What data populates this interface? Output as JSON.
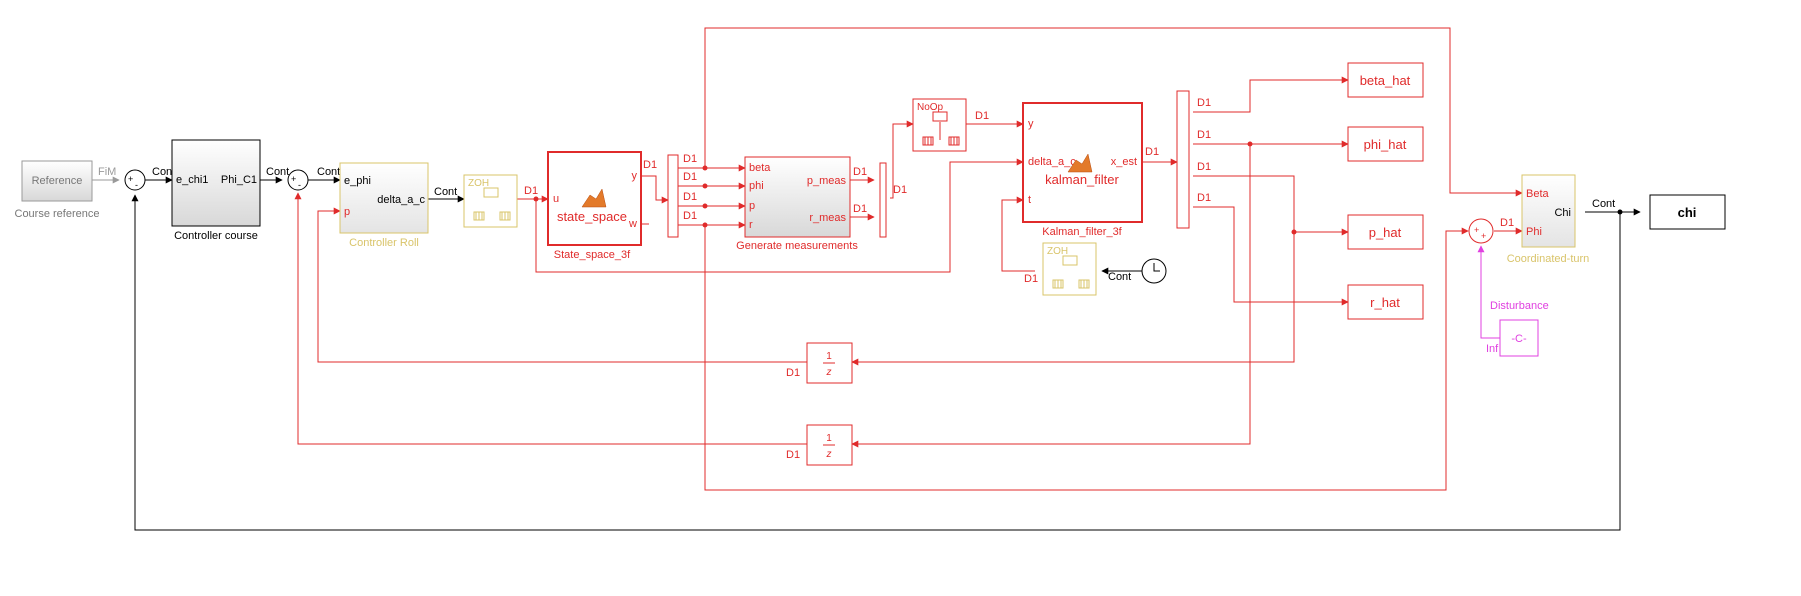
{
  "colors": {
    "signal_red": "#e02b2b",
    "signal_black": "#000000",
    "signal_grey": "#9a9a9a",
    "sample_yellow": "#d9c46a",
    "disturbance_magenta": "#e040e0"
  },
  "blocks": {
    "reference": {
      "label": "Reference",
      "caption": "Course reference",
      "port_out": "FiM"
    },
    "sum1": {
      "plus": "+",
      "minus": "-"
    },
    "controller_course": {
      "in": "e_chi1",
      "out": "Phi_C1",
      "caption": "Controller course",
      "port_label_in": "Cont",
      "port_label_out": "Cont"
    },
    "sum2": {
      "plus": "+",
      "minus": "-"
    },
    "controller_roll": {
      "in1": "e_phi",
      "in2": "p",
      "out": "delta_a_c",
      "caption": "Controller Roll",
      "port_label_in": "Cont",
      "port_label_out": "Cont"
    },
    "zoh1": {
      "label": "ZOH",
      "out_label": "D1"
    },
    "state_space": {
      "title": "state_space",
      "in": "u",
      "out1": "y",
      "out2": "w",
      "caption": "State_space_3f",
      "out_label": "D1"
    },
    "demux_labels": [
      "D1",
      "D1",
      "D1",
      "D1"
    ],
    "generate_measurements": {
      "in": [
        "beta",
        "phi",
        "p",
        "r"
      ],
      "out": [
        "p_meas",
        "r_meas"
      ],
      "caption": "Generate measurements",
      "out_labels": [
        "D1",
        "D1"
      ]
    },
    "mux_label": "D1",
    "noop": {
      "label": "NoOp",
      "out_label": "D1"
    },
    "kalman_filter": {
      "title": "kalman_filter",
      "in": [
        "y",
        "delta_a_c",
        "t"
      ],
      "out": "x_est",
      "caption": "Kalman_filter_3f",
      "out_label": "D1"
    },
    "zoh2": {
      "label": "ZOH",
      "out_label": "D1"
    },
    "clock": {
      "label": "Cont"
    },
    "demux2_labels": [
      "D1",
      "D1",
      "D1",
      "D1"
    ],
    "outputs": {
      "beta_hat": "beta_hat",
      "phi_hat": "phi_hat",
      "p_hat": "p_hat",
      "r_hat": "r_hat",
      "chi": "chi"
    },
    "delay1": {
      "num": "1",
      "den": "z",
      "label": "D1"
    },
    "delay2": {
      "num": "1",
      "den": "z",
      "label": "D1"
    },
    "sum3": {
      "plus1": "+",
      "plus2": "+",
      "out_label": "D1"
    },
    "disturbance": {
      "value": "-C-",
      "caption": "Disturbance",
      "rate": "Inf"
    },
    "coordinated_turn": {
      "in1": "Beta",
      "in2": "Phi",
      "out": "Chi",
      "caption": "Coordinated-turn",
      "out_label": "Cont"
    }
  }
}
